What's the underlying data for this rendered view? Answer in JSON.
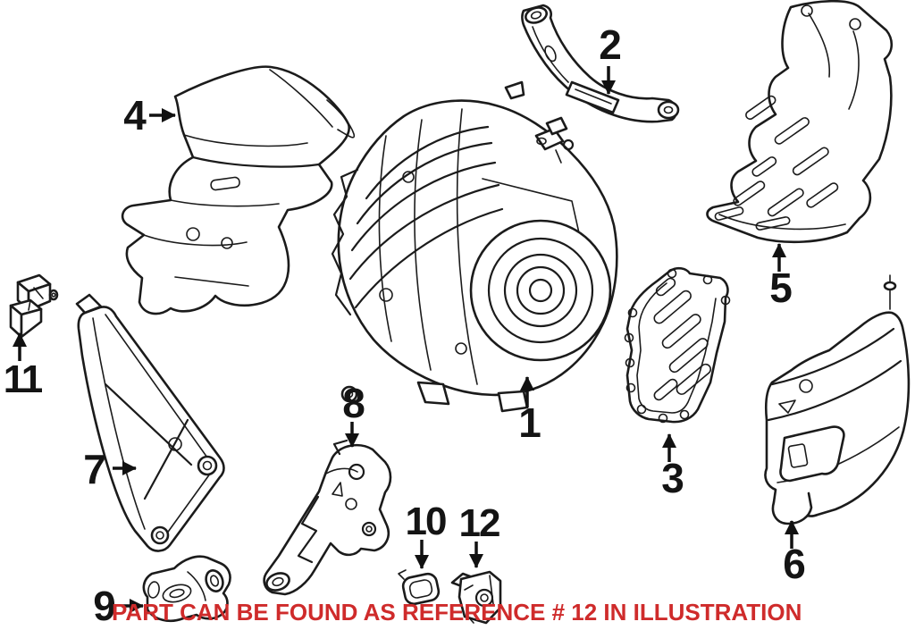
{
  "diagram": {
    "background": "#ffffff",
    "line_color": "#1b1b1b",
    "callouts": [
      {
        "number": "1"
      },
      {
        "number": "2"
      },
      {
        "number": "3"
      },
      {
        "number": "4"
      },
      {
        "number": "5"
      },
      {
        "number": "6"
      },
      {
        "number": "7"
      },
      {
        "number": "8"
      },
      {
        "number": "9"
      },
      {
        "number": "10"
      },
      {
        "number": "11"
      },
      {
        "number": "12"
      }
    ],
    "note": {
      "text": "PART CAN BE FOUND AS REFERENCE # 12 IN ILLUSTRATION",
      "color": "#CF2B2B"
    }
  }
}
